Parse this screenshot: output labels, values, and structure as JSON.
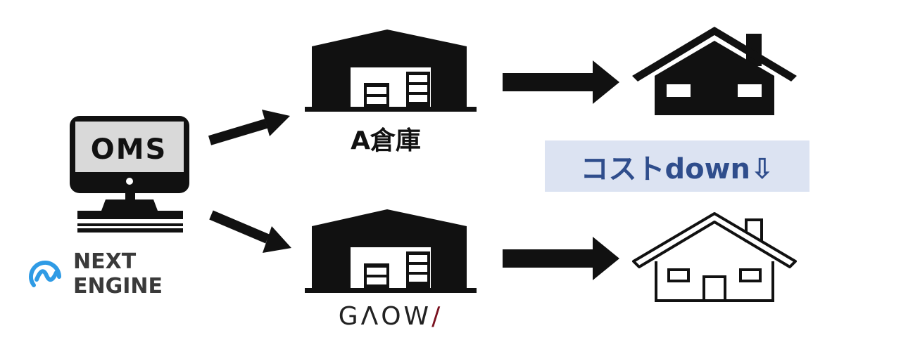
{
  "oms": {
    "label": "OMS"
  },
  "warehouse_a": {
    "label": "A倉庫"
  },
  "warehouse_b": {
    "logo_main": "GΛOW",
    "logo_accent": "/"
  },
  "brand": {
    "name": "NEXT ENGINE",
    "icon": "next-engine-logo-icon"
  },
  "cost": {
    "label": "コストdown⇩"
  },
  "colors": {
    "ink": "#111111",
    "cost_box_bg": "#dce3f2",
    "cost_text": "#2f4d8c",
    "brand_blue": "#2f9be5",
    "logo_accent": "#7a1220"
  }
}
